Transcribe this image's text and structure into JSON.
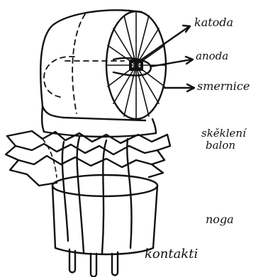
{
  "labels": {
    "katoda": "katoda",
    "anoda": "anoda",
    "smernice": "smernice",
    "skleneni_line1": "skěklení",
    "skleneni_line2": "balon",
    "noga": "noga",
    "kontakti": "kontakti"
  },
  "colors": {
    "ink": "#111111",
    "paper": "#ffffff"
  }
}
